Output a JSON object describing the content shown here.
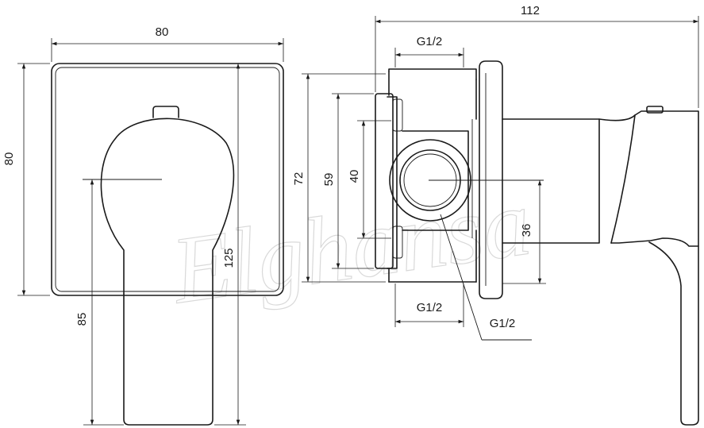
{
  "watermark": "Elghansa",
  "dimensions": {
    "front_width": "80",
    "front_height": "80",
    "handle_length": "125",
    "handle_to_center": "85",
    "total_depth": "112",
    "body_height": "72",
    "bracket_height": "59",
    "inlet_spacing": "40",
    "center_offset": "36",
    "thread_top": "G1/2",
    "thread_bottom": "G1/2",
    "thread_side": "G1/2"
  }
}
